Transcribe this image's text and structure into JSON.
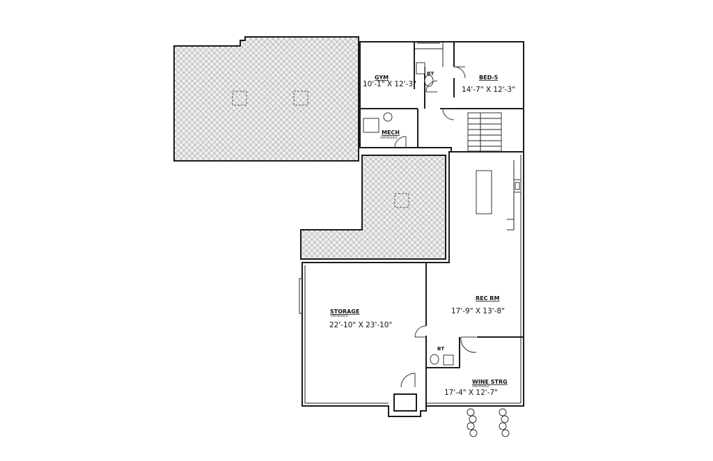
{
  "rooms": {
    "gym": {
      "name": "GYM",
      "dims": "10'-1\" X 12'-3\""
    },
    "bed": {
      "name": "BED-5",
      "dims": "14'-7\" X 12'-3\""
    },
    "bath_upper": {
      "name": "BT"
    },
    "mech": {
      "name": "MECH",
      "sub": "UNFINISHED"
    },
    "rec": {
      "name": "REC RM",
      "dims": "17'-9\" X 13'-8\""
    },
    "storage": {
      "name": "STORAGE",
      "sub": "UNFINISHED",
      "dims": "22'-10\" X 23'-10\""
    },
    "bath_lower": {
      "name": "BT"
    },
    "wine": {
      "name": "WINE STRG",
      "sub": "UNFINISHED",
      "dims": "17'-4\" X 12'-7\""
    }
  },
  "colors": {
    "wall": "#1a1a1a",
    "hatch": "#9a9a9a",
    "background": "#ffffff"
  },
  "icons": [
    "door-swing-icon",
    "toilet-icon",
    "stair-icon",
    "sink-icon",
    "shrub-icon"
  ]
}
